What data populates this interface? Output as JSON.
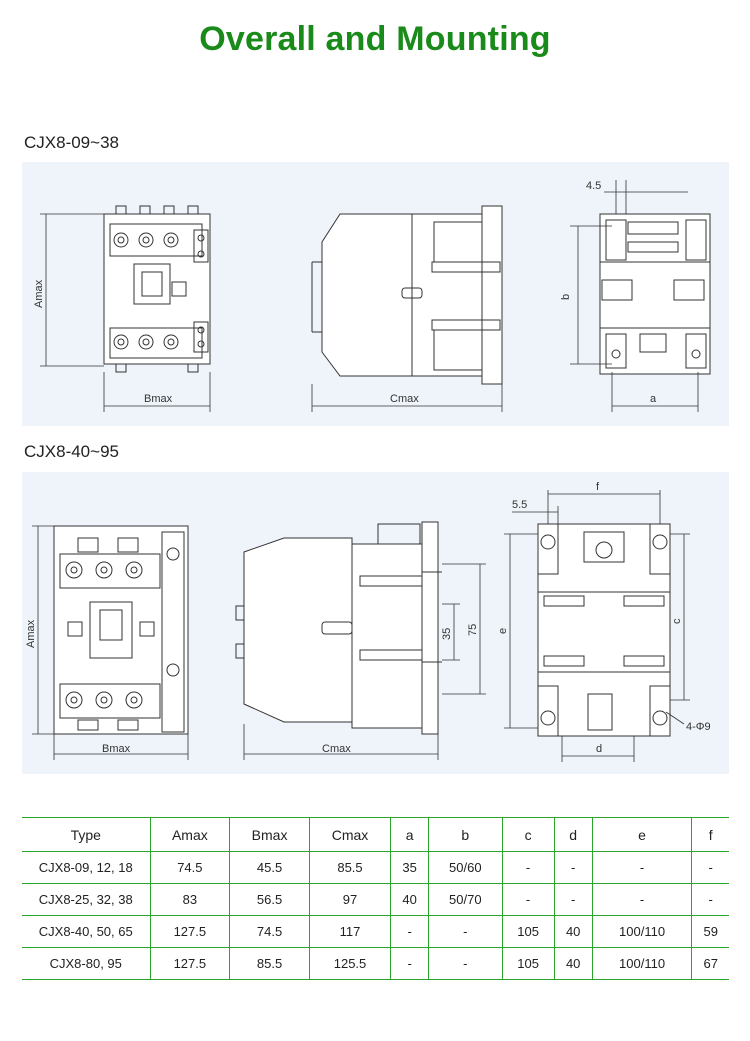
{
  "page": {
    "title": "Overall and Mounting",
    "accent_color": "#1a8a1a",
    "table_line_color": "#2aa52a"
  },
  "section1": {
    "label": "CJX8-09~38",
    "dims": {
      "amax": "Amax",
      "bmax": "Bmax",
      "cmax": "Cmax",
      "a": "a",
      "b": "b",
      "d45": "4.5"
    }
  },
  "section2": {
    "label": "CJX8-40~95",
    "dims": {
      "amax": "Amax",
      "bmax": "Bmax",
      "cmax": "Cmax",
      "d35": "35",
      "d75": "75",
      "e": "e",
      "f": "f",
      "c": "c",
      "d": "d",
      "d55": "5.5",
      "holes": "4-Φ9"
    }
  },
  "table": {
    "headers": [
      "Type",
      "Amax",
      "Bmax",
      "Cmax",
      "a",
      "b",
      "c",
      "d",
      "e",
      "f"
    ],
    "rows": [
      [
        "CJX8-09, 12, 18",
        "74.5",
        "45.5",
        "85.5",
        "35",
        "50/60",
        "-",
        "-",
        "-",
        "-"
      ],
      [
        "CJX8-25, 32, 38",
        "83",
        "56.5",
        "97",
        "40",
        "50/70",
        "-",
        "-",
        "-",
        "-"
      ],
      [
        "CJX8-40, 50, 65",
        "127.5",
        "74.5",
        "117",
        "-",
        "-",
        "105",
        "40",
        "100/110",
        "59"
      ],
      [
        "CJX8-80, 95",
        "127.5",
        "85.5",
        "125.5",
        "-",
        "-",
        "105",
        "40",
        "100/110",
        "67"
      ]
    ]
  }
}
